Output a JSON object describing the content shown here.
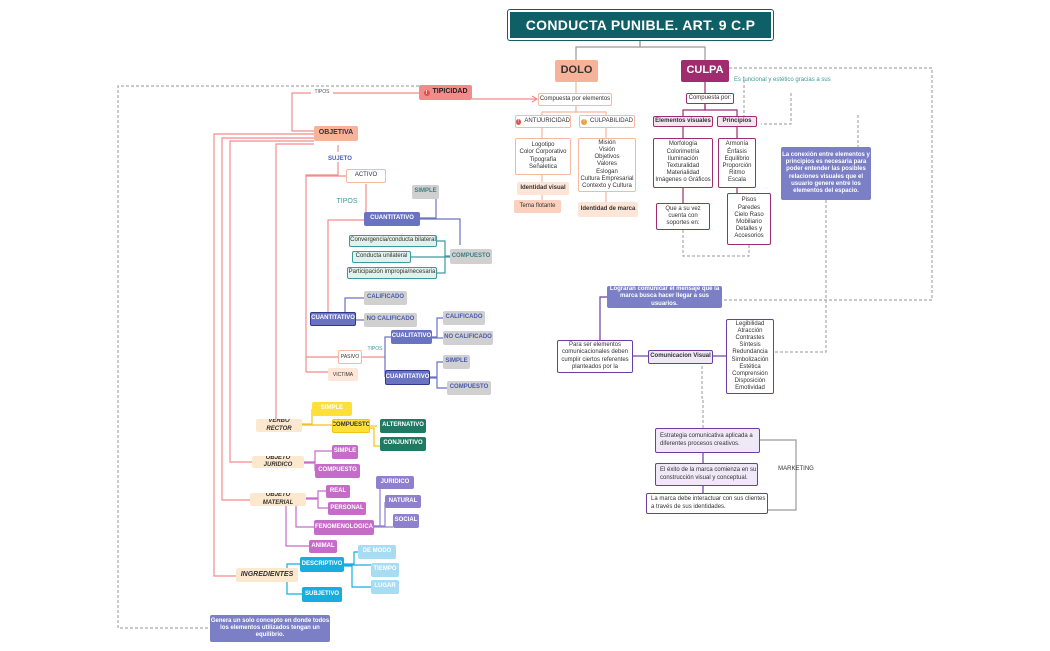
{
  "title": "CONDUCTA PUNIBLE. ART. 9 C.P",
  "dolo": {
    "label": "DOLO",
    "compuesta": "Compuesta por elementos",
    "antijuricidad": "ANTIJURICIDAD",
    "culpabilidad": "CULPABILIDAD",
    "list_a": "Logotipo\nColor Corporativo\nTipografía\nSeñaletica",
    "identidad_visual": "Identidad visual",
    "tema_flotante": "Tema flotante",
    "list_b": "Misión\nVisión\nObjetivos\nValores\nEslogan\nCultura Empresarial\nContexto y Cultura",
    "identidad_marca": "Identidad de marca"
  },
  "culpa": {
    "label": "CULPA",
    "funcional": "Es funcional y estético gracias a sus",
    "compuesta": "Compuesta por:",
    "elementos_visuales": "Elementos visuales",
    "principios": "Principios",
    "list_ev": "Morfología\nColorimetría\nIluminación\nTexturalidad\nMaterialidad\nImágenes o Gráficos",
    "list_pr": "Armonía\nÉnfasis\nEquilibrio\nProporción\nRitmo\nEscala",
    "conexion": "La conexión entre elementos y principios es necesaria para poder entender las posibles relaciones visuales que el usuario genere entre los elementos del espacio.",
    "soportes": "Que a su vez cuenta con soportes en:",
    "list_sop": "Pisos\nParedes\nCielo Raso\nMobiliario\nDetalles y\nAccesorios",
    "lograran": "Lograran comunicar el mensaje que la marca busca hacer llegar a sus usuarios.",
    "para_ser": "Para ser elementos comunicacionales deben cumplir ciertos referentes planteados por la",
    "comunicacion_visual": "Comunicacion Visual",
    "list_cv": "Legibilidad\nAtracción\nContrastes\nSíntesis\nRedundancia\nSimbolización\nEstética\nComprensión\nDisposición\nEmotividad",
    "estrategia": "Estrategia comunicativa aplicada a diferentes procesos creativos.",
    "exito": "El éxito de la marca comienza en su construcción visual y conceptual.",
    "interactuar": "La marca debe interactuar con sus clientes a través de sus identidades.",
    "marketing": "MARKETING"
  },
  "left": {
    "tipicidad": "TIPICIDAD",
    "tipos": "TIPOS",
    "objetiva": "OBJETIVA",
    "sujeto": "SUJETO",
    "activo": "ACTIVO",
    "tipos2": "TIPOS",
    "simple1": "SIMPLE",
    "cuantitativo1": "CUANTITATIVO",
    "convergencia": "Convergencia/conducta bilateral",
    "conducta_unilateral": "Conducta unilateral",
    "participacion": "Participación impropia/necesaria",
    "compuesto1": "COMPUESTO",
    "calificado1": "CALIFICADO",
    "cuantitativo2": "CUANTITATIVO",
    "no_calificado1": "NO CALIFICADO",
    "calificado2": "CALIFICADO",
    "cualitativo": "CUALITATIVO",
    "no_calificado2": "NO CALIFICADO",
    "tipos3": "TIPOS",
    "pasivo": "PASIVO",
    "victima": "VICTIMA",
    "simple2": "SIMPLE",
    "cuantitativo3": "CUANTITATIVO",
    "compuesto2": "COMPUESTO",
    "verbo_rector": "VERBO RECTOR",
    "simple3": "SIMPLE",
    "compuesto3": "COMPUESTO",
    "alternativo": "ALTERNATIVO",
    "conjuntivo": "CONJUNTIVO",
    "objeto_juridico": "OBJETO JURIDICO",
    "simple4": "SIMPLE",
    "compuesto4": "COMPUESTO",
    "objeto_material": "OBJETO MATERIAL",
    "real": "REAL",
    "personal": "PERSONAL",
    "fenomenologica": "FENOMENOLOGICA",
    "juridico": "JURIDICO",
    "natural": "NATURAL",
    "social": "SOCIAL",
    "animal": "ANIMAL",
    "ingredientes": "INGREDIENTES",
    "descriptivo": "DESCRIPTIVO",
    "de_modo": "DE MODO",
    "tiempo": "TIEMPO",
    "lugar": "LUGAR",
    "subjetivo": "SUBJETIVO",
    "genera": "Genera un solo concepto en donde todos los elementos utilizados tengan un equilibrio."
  },
  "colors": {
    "teal": "#0f5f66",
    "salmon": "#f38b8b",
    "peach": "#f7b39a",
    "plum": "#9e2c6e",
    "indigo": "#6a72c2"
  }
}
